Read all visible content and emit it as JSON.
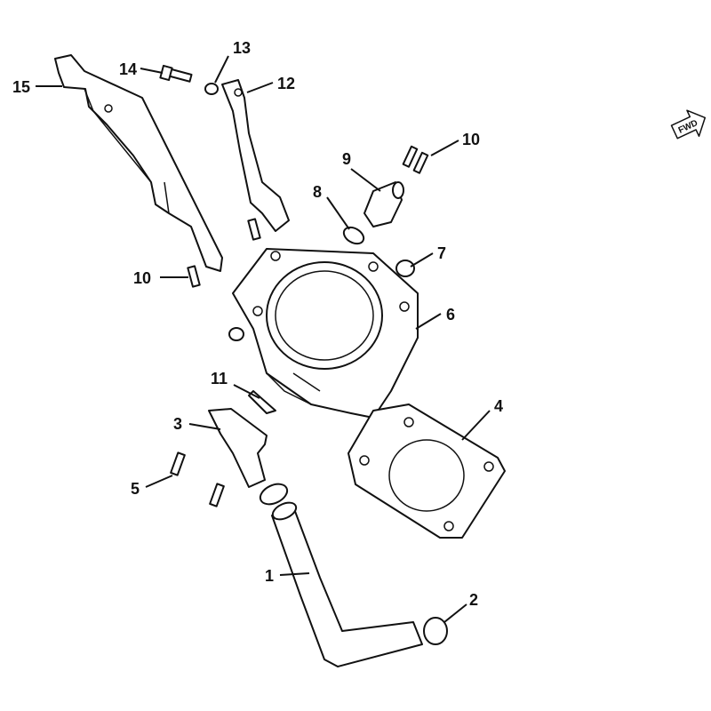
{
  "diagram": {
    "title": "Cylinder exploded parts diagram",
    "fwd_icon_text": "FWD",
    "callouts": [
      {
        "id": "1",
        "label": "1"
      },
      {
        "id": "2",
        "label": "2"
      },
      {
        "id": "3",
        "label": "3"
      },
      {
        "id": "4",
        "label": "4"
      },
      {
        "id": "5",
        "label": "5"
      },
      {
        "id": "6",
        "label": "6"
      },
      {
        "id": "7",
        "label": "7"
      },
      {
        "id": "8",
        "label": "8"
      },
      {
        "id": "9",
        "label": "9"
      },
      {
        "id": "10a",
        "label": "10"
      },
      {
        "id": "10b",
        "label": "10"
      },
      {
        "id": "11",
        "label": "11"
      },
      {
        "id": "12",
        "label": "12"
      },
      {
        "id": "13",
        "label": "13"
      },
      {
        "id": "14",
        "label": "14"
      },
      {
        "id": "15",
        "label": "15"
      }
    ]
  }
}
